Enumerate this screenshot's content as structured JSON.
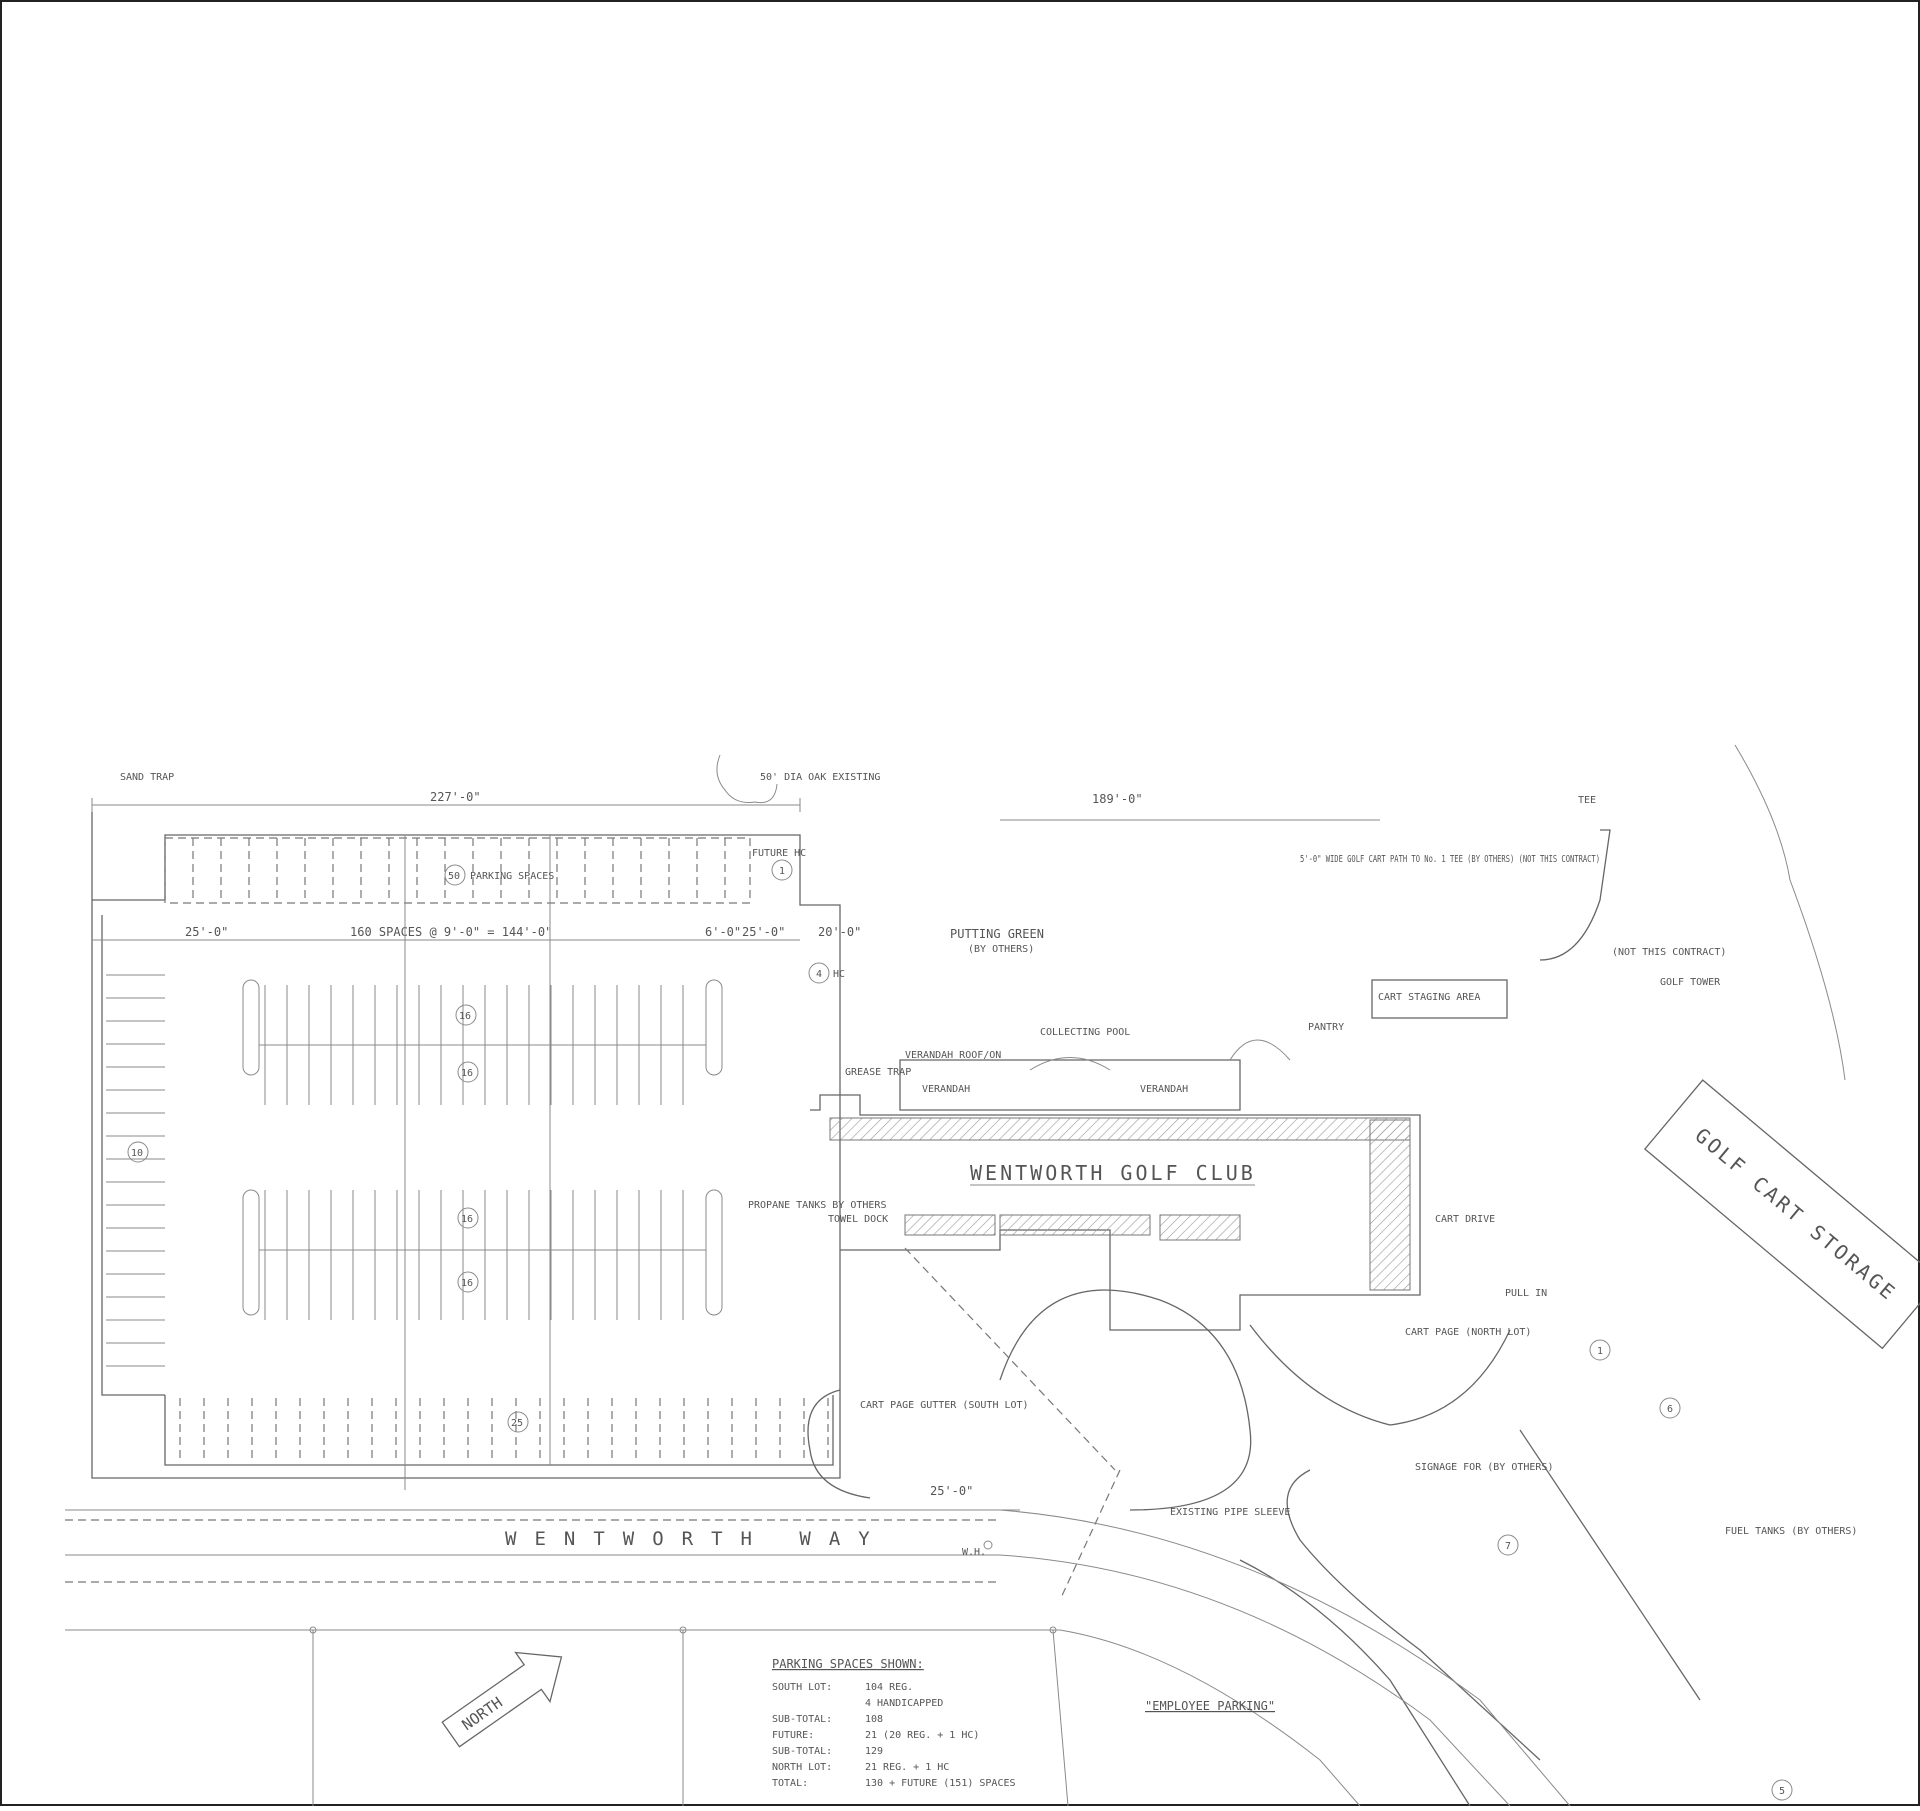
{
  "plan": {
    "title": "WENTWORTH GOLF CLUB",
    "road": "WENTWORTH WAY",
    "north_arrow": "NORTH",
    "employee_parking": "\"EMPLOYEE PARKING\"",
    "dims": {
      "overall_width": "227'-0\"",
      "club_width": "189'-0\"",
      "row_spacing": "160 SPACES @ 9'-0\" = 144'-0\"",
      "aisle_25": "25'-0\"",
      "bay_20": "20'-0\"",
      "dim_6": "6'-0\"",
      "dim_25b": "25'-0\"",
      "drive_25": "25'-0\""
    },
    "circled_counts": {
      "north_row": "50",
      "north_row_text": "PARKING SPACES",
      "west_row": "10",
      "mid_upper_a": "16",
      "mid_upper_b": "16",
      "mid_lower_a": "16",
      "mid_lower_b": "16",
      "south_row": "25",
      "future_hc": "1",
      "hc_4": "4",
      "hc_1": "1",
      "north_lot_6": "6",
      "north_lot_7": "7",
      "bottom_5": "5"
    },
    "labels": {
      "sand_trap": "SAND TRAP",
      "oak_existing": "50' DIA OAK EXISTING",
      "future_hc": "FUTURE HC",
      "hc": "HC",
      "putting_green": "PUTTING GREEN",
      "by_others": "(BY OTHERS)",
      "veranda_roof": "VERANDAH ROOF/ON",
      "collecting_pool": "COLLECTING POOL",
      "verandah_1": "VERANDAH",
      "verandah_2": "VERANDAH",
      "pantry": "PANTRY",
      "tee": "TEE",
      "cart_path": "5'-0\" WIDE GOLF CART PATH TO No. 1 TEE (BY OTHERS) (NOT THIS CONTRACT)",
      "not_contract": "(NOT THIS CONTRACT)",
      "golf_tower": "GOLF TOWER",
      "cart_staging": "CART STAGING AREA",
      "cart_storage": "GOLF CART STORAGE",
      "grease_trap": "GREASE TRAP",
      "propane": "PROPANE TANKS BY OTHERS",
      "kitchen": "TOWEL DOCK",
      "cart_drive": "CART DRIVE",
      "cart_page": "CART PAGE GUTTER (SOUTH LOT)",
      "cart_page_2": "CART PAGE (NORTH LOT)",
      "pull_in": "PULL IN",
      "canopy_sign": "SIGNAGE FOR (BY OTHERS)",
      "existing_pipe": "EXISTING PIPE SLEEVE",
      "fuel_tanks": "FUEL TANKS (BY OTHERS)",
      "wh": "W.H."
    },
    "summary": {
      "heading": "PARKING SPACES SHOWN:",
      "rows": [
        {
          "k": "SOUTH LOT:",
          "v": "104 REG."
        },
        {
          "k": "",
          "v": "4 HANDICAPPED"
        },
        {
          "k": "SUB-TOTAL:",
          "v": "108"
        },
        {
          "k": "FUTURE:",
          "v": "21 (20 REG. + 1 HC)"
        },
        {
          "k": "SUB-TOTAL:",
          "v": "129"
        },
        {
          "k": "NORTH LOT:",
          "v": "21 REG. + 1 HC"
        },
        {
          "k": "TOTAL:",
          "v": "130 + FUTURE (151) SPACES"
        }
      ]
    }
  }
}
